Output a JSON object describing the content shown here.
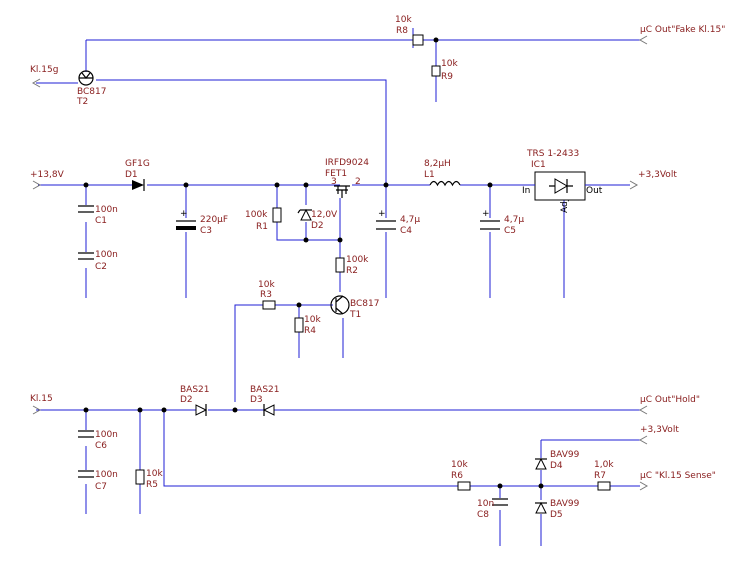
{
  "nets": {
    "kl15g": "Kl.15g",
    "v13_8": "+13,8V",
    "v3_3_main": "+3,3Volt",
    "v3_3_sense": "+3,3Volt",
    "kl15": "Kl.15",
    "fake_out": "µC Out\"Fake Kl.15\"",
    "hold_out": "µC Out\"Hold\"",
    "sense_out": "µC \"Kl.15 Sense\""
  },
  "components": {
    "r8": {
      "ref": "R8",
      "value": "10k"
    },
    "r9": {
      "ref": "R9",
      "value": "10k"
    },
    "t2": {
      "ref": "T2",
      "value": "BC817"
    },
    "d1": {
      "ref": "D1",
      "value": "GF1G"
    },
    "c1": {
      "ref": "C1",
      "value": "100n"
    },
    "c2": {
      "ref": "C2",
      "value": "100n"
    },
    "c3": {
      "ref": "C3",
      "value": "220µF"
    },
    "r1": {
      "ref": "R1",
      "value": "100k"
    },
    "d2z": {
      "ref": "D2",
      "value": "12,0V"
    },
    "fet1": {
      "ref": "FET1",
      "value": "IRFD9024",
      "pin3": "3",
      "pin2": "2"
    },
    "c4": {
      "ref": "C4",
      "value": "4,7µ"
    },
    "l1": {
      "ref": "L1",
      "value": "8,2µH"
    },
    "c5": {
      "ref": "C5",
      "value": "4,7µ"
    },
    "ic1": {
      "ref": "IC1",
      "value": "TRS 1-2433",
      "pin_in": "In",
      "pin_out": "Out",
      "pin_adj": "Adj"
    },
    "r2": {
      "ref": "R2",
      "value": "100k"
    },
    "r3": {
      "ref": "R3",
      "value": "10k"
    },
    "r4": {
      "ref": "R4",
      "value": "10k"
    },
    "t1": {
      "ref": "T1",
      "value": "BC817"
    },
    "d2": {
      "ref": "D2",
      "value": "BAS21"
    },
    "d3": {
      "ref": "D3",
      "value": "BAS21"
    },
    "c6": {
      "ref": "C6",
      "value": "100n"
    },
    "c7": {
      "ref": "C7",
      "value": "100n"
    },
    "r5": {
      "ref": "R5",
      "value": "10k"
    },
    "r6": {
      "ref": "R6",
      "value": "10k"
    },
    "c8": {
      "ref": "C8",
      "value": "10n"
    },
    "d4": {
      "ref": "D4",
      "value": "BAV99"
    },
    "d5": {
      "ref": "D5",
      "value": "BAV99"
    },
    "r7": {
      "ref": "R7",
      "value": "1,0k"
    }
  },
  "colors": {
    "wire": "#1f1fd6",
    "component_lead": "#b45a5a",
    "label": "#8a2020",
    "body": "#000000"
  }
}
